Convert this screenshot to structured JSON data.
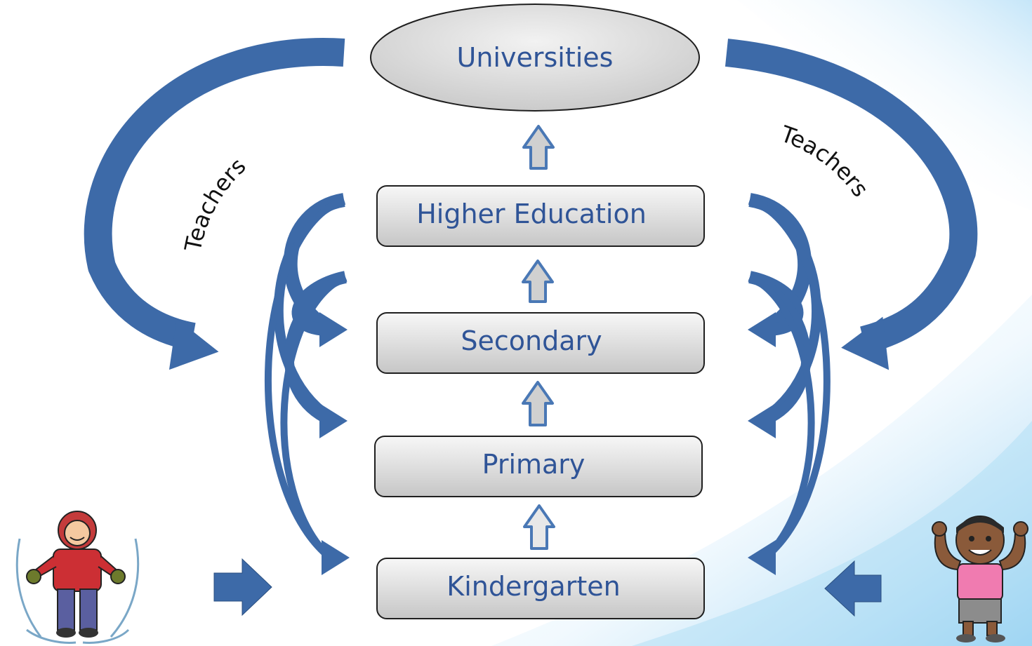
{
  "diagram": {
    "top_node": {
      "label": "Universities"
    },
    "levels": [
      {
        "id": "higher-education",
        "label": "Higher Education"
      },
      {
        "id": "secondary",
        "label": "Secondary"
      },
      {
        "id": "primary",
        "label": "Primary"
      },
      {
        "id": "kindergarten",
        "label": "Kindergarten"
      }
    ],
    "left_flow_label": "Teachers",
    "right_flow_label": "Teachers"
  },
  "colors": {
    "node_text": "#2f5497",
    "arrow_blue": "#3d6aa8",
    "box_fill_top": "#f4f4f4",
    "box_fill_bottom": "#c8c8c8",
    "background_accent": "#9fd2f2"
  },
  "icons": {
    "left_character": "child-making-snow-angel-icon",
    "right_character": "boy-flexing-muscles-icon"
  }
}
